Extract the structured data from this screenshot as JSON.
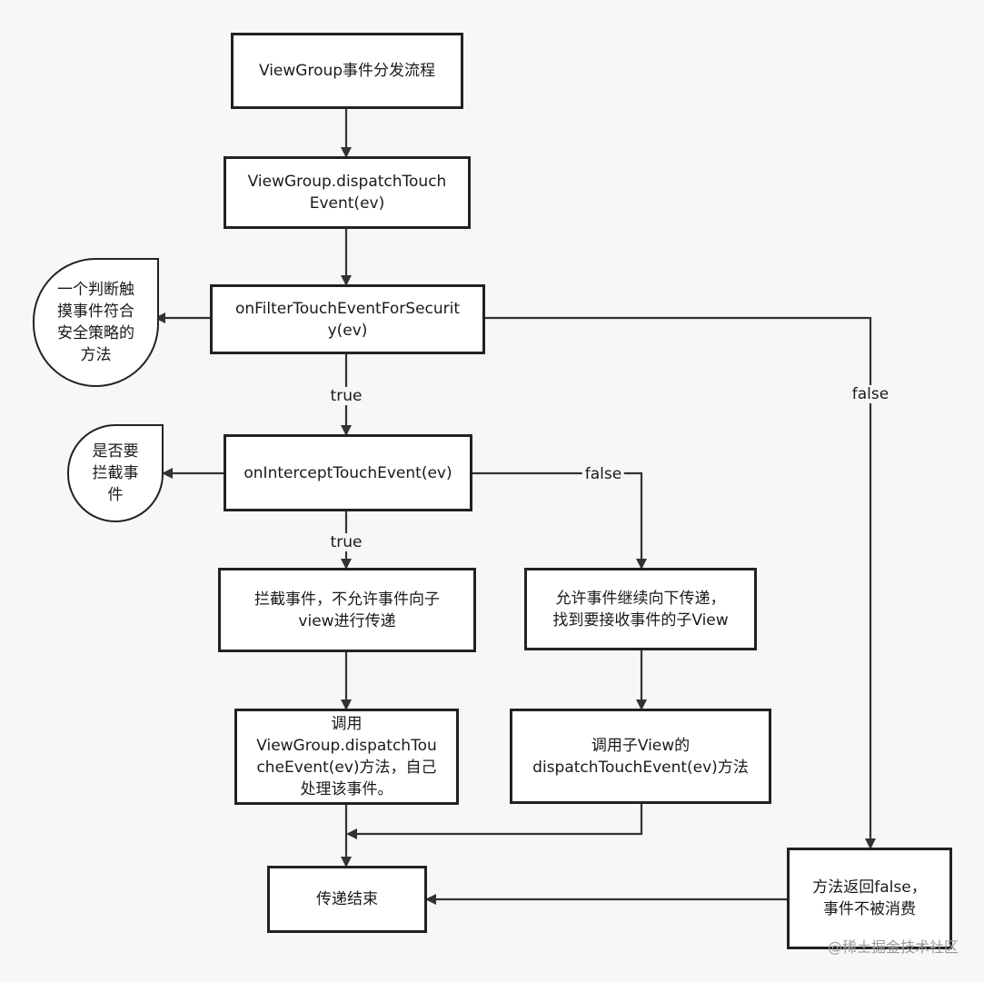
{
  "nodes": {
    "start": "ViewGroup事件分发流程",
    "dispatch_l1": "ViewGroup.dispatchTouch",
    "dispatch_l2": "Event(ev)",
    "filter_l1": "onFilterTouchEventForSecurit",
    "filter_l2": "y(ev)",
    "intercept": "onInterceptTouchEvent(ev)",
    "block_l1": "拦截事件，不允许事件向子",
    "block_l2": "view进行传递",
    "allow_l1": "允许事件继续向下传递，",
    "allow_l2": "找到要接收事件的子View",
    "self_l1": "调用",
    "self_l2": "ViewGroup.dispatchTou",
    "self_l3": "cheEvent(ev)方法，自己",
    "self_l4": "处理该事件。",
    "child_l1": "调用子View的",
    "child_l2": "dispatchTouchEvent(ev)方法",
    "end": "传递结束",
    "ret_l1": "方法返回false，",
    "ret_l2": "事件不被消费"
  },
  "notes": {
    "security_l1": "一个判断触",
    "security_l2": "摸事件符合",
    "security_l3": "安全策略的",
    "security_l4": "方法",
    "intercept_l1": "是否要",
    "intercept_l2": "拦截事",
    "intercept_l3": "件"
  },
  "edge_labels": {
    "filter_true": "true",
    "filter_false": "false",
    "intercept_true": "true",
    "intercept_false": "false"
  },
  "watermark": "@稀土掘金技术社区"
}
